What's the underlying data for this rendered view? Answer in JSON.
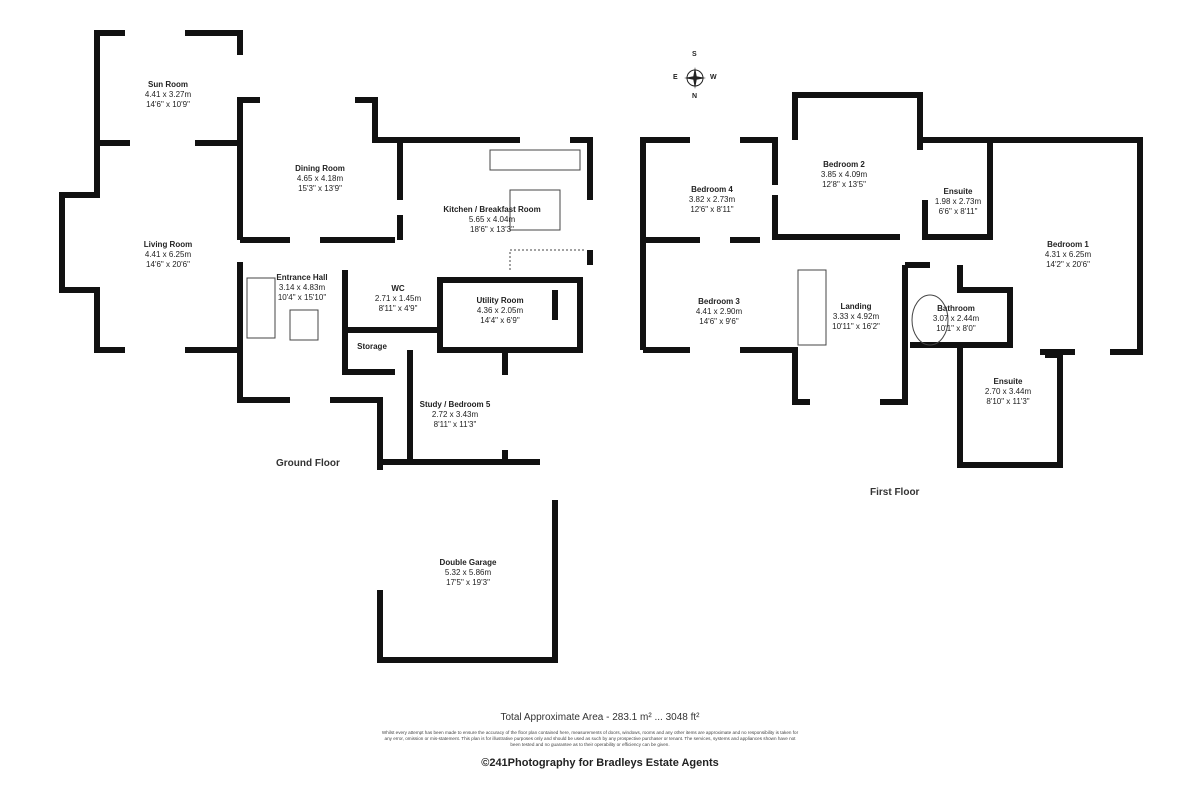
{
  "floors": {
    "ground": {
      "label": "Ground Floor",
      "rooms": [
        {
          "name": "Sun Room",
          "metric": "4.41 x 3.27m",
          "imperial": "14'6\" x 10'9\""
        },
        {
          "name": "Living Room",
          "metric": "4.41 x 6.25m",
          "imperial": "14'6\" x 20'6\""
        },
        {
          "name": "Dining Room",
          "metric": "4.65 x 4.18m",
          "imperial": "15'3\" x 13'9\""
        },
        {
          "name": "Kitchen / Breakfast Room",
          "metric": "5.65 x 4.04m",
          "imperial": "18'6\" x 13'3\""
        },
        {
          "name": "Entrance Hall",
          "metric": "3.14 x 4.83m",
          "imperial": "10'4\" x 15'10\""
        },
        {
          "name": "WC",
          "metric": "2.71 x 1.45m",
          "imperial": "8'11\" x 4'9\""
        },
        {
          "name": "Utility Room",
          "metric": "4.36 x 2.05m",
          "imperial": "14'4\" x 6'9\""
        },
        {
          "name": "Storage",
          "metric": "",
          "imperial": ""
        },
        {
          "name": "Study / Bedroom 5",
          "metric": "2.72 x 3.43m",
          "imperial": "8'11\" x 11'3\""
        },
        {
          "name": "Double Garage",
          "metric": "5.32 x 5.86m",
          "imperial": "17'5\" x 19'3\""
        }
      ]
    },
    "first": {
      "label": "First Floor",
      "rooms": [
        {
          "name": "Bedroom 4",
          "metric": "3.82 x 2.73m",
          "imperial": "12'6\" x 8'11\""
        },
        {
          "name": "Bedroom 2",
          "metric": "3.85 x 4.09m",
          "imperial": "12'8\" x 13'5\""
        },
        {
          "name": "Ensuite",
          "metric": "1.98 x 2.73m",
          "imperial": "6'6\" x 8'11\""
        },
        {
          "name": "Bedroom 1",
          "metric": "4.31 x 6.25m",
          "imperial": "14'2\" x 20'6\""
        },
        {
          "name": "Bedroom 3",
          "metric": "4.41 x 2.90m",
          "imperial": "14'6\" x 9'6\""
        },
        {
          "name": "Landing",
          "metric": "3.33 x 4.92m",
          "imperial": "10'11\" x 16'2\""
        },
        {
          "name": "Bathroom",
          "metric": "3.07 x 2.44m",
          "imperial": "10'1\" x 8'0\""
        },
        {
          "name": "Ensuite",
          "metric": "2.70 x 3.44m",
          "imperial": "8'10\" x 11'3\""
        }
      ]
    }
  },
  "compass": {
    "s": "S",
    "e": "E",
    "w": "W",
    "n": "N",
    "icon": "compass-rose-icon"
  },
  "total_area": "Total Approximate Area - 283.1 m² ... 3048 ft²",
  "disclaimer": "Whilst every attempt has been made to ensure the accuracy of the floor plan contained here, measurements of doors, windows, rooms and any other items are approximate and no responsibility is taken for any error, omission or mis-statement. This plan is for illustrative purposes only and should be used as such by any prospective purchaser or tenant. The services, systems and appliances shown have not been tested and no guarantee as to their operability or efficiency can be given.",
  "credit": "©241Photography for Bradleys Estate Agents"
}
